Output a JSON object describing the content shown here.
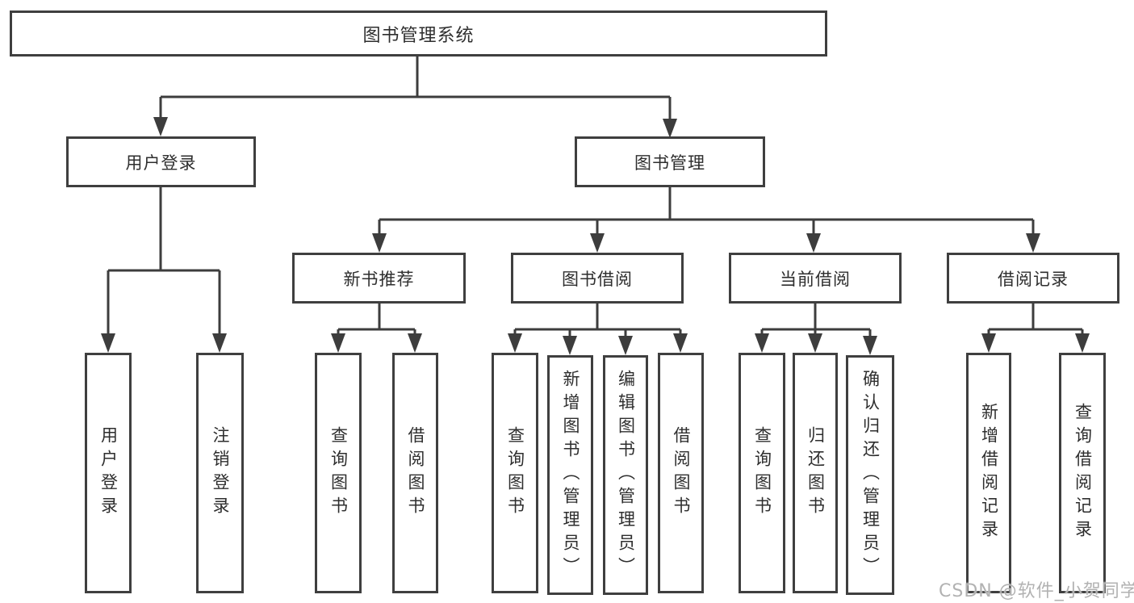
{
  "diagram_title": "图书管理系统",
  "tree": {
    "label": "图书管理系统",
    "children": [
      {
        "label": "用户登录",
        "children": [
          {
            "label": "用户登录"
          },
          {
            "label": "注销登录"
          }
        ]
      },
      {
        "label": "图书管理",
        "children": [
          {
            "label": "新书推荐",
            "children": [
              {
                "label": "查询图书"
              },
              {
                "label": "借阅图书"
              }
            ]
          },
          {
            "label": "图书借阅",
            "children": [
              {
                "label": "查询图书"
              },
              {
                "label": "新增图书（管理员）"
              },
              {
                "label": "编辑图书（管理员）"
              },
              {
                "label": "借阅图书"
              }
            ]
          },
          {
            "label": "当前借阅",
            "children": [
              {
                "label": "查询图书"
              },
              {
                "label": "归还图书"
              },
              {
                "label": "确认归还（管理员）"
              }
            ]
          },
          {
            "label": "借阅记录",
            "children": [
              {
                "label": "新增借阅记录"
              },
              {
                "label": "查询借阅记录"
              }
            ]
          }
        ]
      }
    ]
  },
  "watermark": "CSDN @软件_小贺同学",
  "colors": {
    "line": "#3d3d3d",
    "border": "#3f3f3f",
    "text": "#2e2e2e",
    "watermark": "#b2b2b2",
    "background": "#ffffff"
  }
}
